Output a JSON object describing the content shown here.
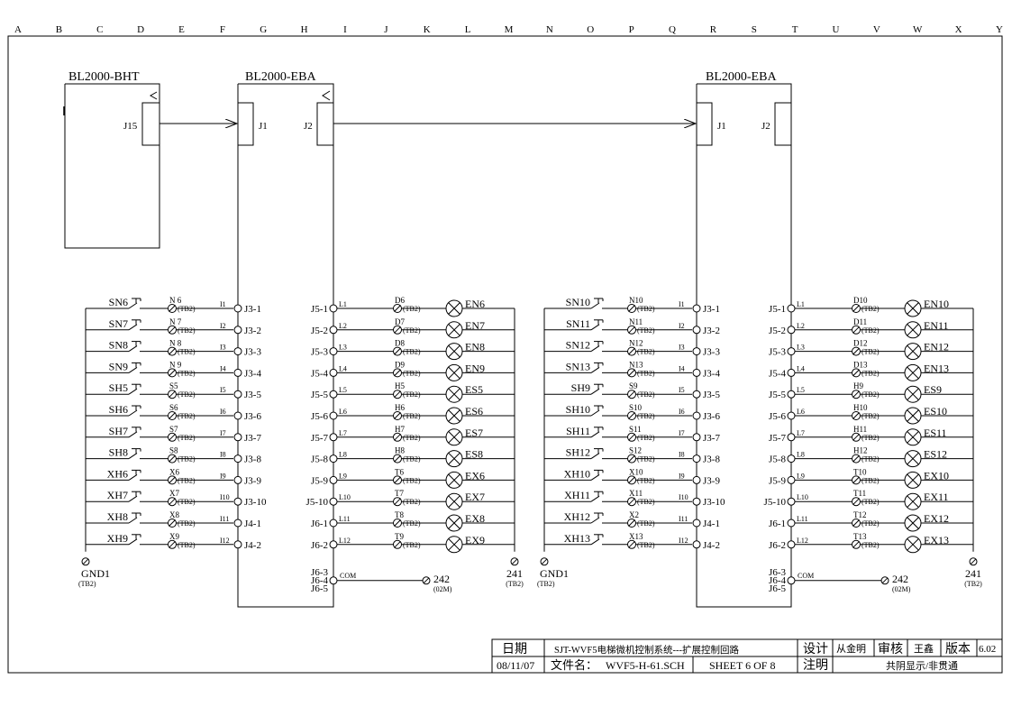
{
  "grid_columns": [
    "A",
    "B",
    "C",
    "D",
    "E",
    "F",
    "G",
    "H",
    "I",
    "J",
    "K",
    "L",
    "M",
    "N",
    "O",
    "P",
    "Q",
    "R",
    "S",
    "T",
    "U",
    "V",
    "W",
    "X",
    "Y"
  ],
  "boards": {
    "bht": {
      "title": "BL2000-BHT",
      "connector": "J15"
    },
    "eba_left": {
      "title": "BL2000-EBA",
      "j1": "J1",
      "j2": "J2"
    },
    "eba_right": {
      "title": "BL2000-EBA",
      "j1": "J1",
      "j2": "J2"
    }
  },
  "left_group": {
    "inputs": [
      {
        "sw": "SN6",
        "term": "N 6",
        "tb": "(TB2)",
        "pin": "I1",
        "j": "J3-1"
      },
      {
        "sw": "SN7",
        "term": "N 7",
        "tb": "(TB2)",
        "pin": "I2",
        "j": "J3-2"
      },
      {
        "sw": "SN8",
        "term": "N 8",
        "tb": "(TB2)",
        "pin": "I3",
        "j": "J3-3"
      },
      {
        "sw": "SN9",
        "term": "N 9",
        "tb": "(TB2)",
        "pin": "I4",
        "j": "J3-4"
      },
      {
        "sw": "SH5",
        "term": "S5",
        "tb": "(TB2)",
        "pin": "I5",
        "j": "J3-5"
      },
      {
        "sw": "SH6",
        "term": "S6",
        "tb": "(TB2)",
        "pin": "I6",
        "j": "J3-6"
      },
      {
        "sw": "SH7",
        "term": "S7",
        "tb": "(TB2)",
        "pin": "I7",
        "j": "J3-7"
      },
      {
        "sw": "SH8",
        "term": "S8",
        "tb": "(TB2)",
        "pin": "I8",
        "j": "J3-8"
      },
      {
        "sw": "XH6",
        "term": "X6",
        "tb": "(TB2)",
        "pin": "I9",
        "j": "J3-9"
      },
      {
        "sw": "XH7",
        "term": "X7",
        "tb": "(TB2)",
        "pin": "I10",
        "j": "J3-10"
      },
      {
        "sw": "XH8",
        "term": "X8",
        "tb": "(TB2)",
        "pin": "I11",
        "j": "J4-1"
      },
      {
        "sw": "XH9",
        "term": "X9",
        "tb": "(TB2)",
        "pin": "I12",
        "j": "J4-2"
      }
    ],
    "outputs": [
      {
        "j": "J5-1",
        "pin": "L1",
        "term": "D6",
        "tb": "(TB2)",
        "lamp": "EN6"
      },
      {
        "j": "J5-2",
        "pin": "L2",
        "term": "D7",
        "tb": "(TB2)",
        "lamp": "EN7"
      },
      {
        "j": "J5-3",
        "pin": "L3",
        "term": "D8",
        "tb": "(TB2)",
        "lamp": "EN8"
      },
      {
        "j": "J5-4",
        "pin": "L4",
        "term": "D9",
        "tb": "(TB2)",
        "lamp": "EN9"
      },
      {
        "j": "J5-5",
        "pin": "L5",
        "term": "H5",
        "tb": "(TB2)",
        "lamp": "ES5"
      },
      {
        "j": "J5-6",
        "pin": "L6",
        "term": "H6",
        "tb": "(TB2)",
        "lamp": "ES6"
      },
      {
        "j": "J5-7",
        "pin": "L7",
        "term": "H7",
        "tb": "(TB2)",
        "lamp": "ES7"
      },
      {
        "j": "J5-8",
        "pin": "L8",
        "term": "H8",
        "tb": "(TB2)",
        "lamp": "ES8"
      },
      {
        "j": "J5-9",
        "pin": "L9",
        "term": "T6",
        "tb": "(TB2)",
        "lamp": "EX6"
      },
      {
        "j": "J5-10",
        "pin": "L10",
        "term": "T7",
        "tb": "(TB2)",
        "lamp": "EX7"
      },
      {
        "j": "J6-1",
        "pin": "L11",
        "term": "T8",
        "tb": "(TB2)",
        "lamp": "EX8"
      },
      {
        "j": "J6-2",
        "pin": "L12",
        "term": "T9",
        "tb": "(TB2)",
        "lamp": "EX9"
      }
    ],
    "gnd": "GND1",
    "gnd_tb": "(TB2)",
    "j6": [
      "J6-3",
      "J6-4",
      "J6-5"
    ],
    "com": "COM",
    "t242": "242",
    "t242_sub": "(02M)",
    "t241": "241",
    "t241_sub": "(TB2)"
  },
  "right_group": {
    "inputs": [
      {
        "sw": "SN10",
        "term": "N10",
        "tb": "(TB2)",
        "pin": "I1",
        "j": "J3-1"
      },
      {
        "sw": "SN11",
        "term": "N11",
        "tb": "(TB2)",
        "pin": "I2",
        "j": "J3-2"
      },
      {
        "sw": "SN12",
        "term": "N12",
        "tb": "(TB2)",
        "pin": "I3",
        "j": "J3-3"
      },
      {
        "sw": "SN13",
        "term": "N13",
        "tb": "(TB2)",
        "pin": "I4",
        "j": "J3-4"
      },
      {
        "sw": "SH9",
        "term": "S9",
        "tb": "(TB2)",
        "pin": "I5",
        "j": "J3-5"
      },
      {
        "sw": "SH10",
        "term": "S10",
        "tb": "(TB2)",
        "pin": "I6",
        "j": "J3-6"
      },
      {
        "sw": "SH11",
        "term": "S11",
        "tb": "(TB2)",
        "pin": "I7",
        "j": "J3-7"
      },
      {
        "sw": "SH12",
        "term": "S12",
        "tb": "(TB2)",
        "pin": "I8",
        "j": "J3-8"
      },
      {
        "sw": "XH10",
        "term": "X10",
        "tb": "(TB2)",
        "pin": "I9",
        "j": "J3-9"
      },
      {
        "sw": "XH11",
        "term": "X11",
        "tb": "(TB2)",
        "pin": "I10",
        "j": "J3-10"
      },
      {
        "sw": "XH12",
        "term": "X2",
        "tb": "(TB2)",
        "pin": "I11",
        "j": "J4-1"
      },
      {
        "sw": "XH13",
        "term": "X13",
        "tb": "(TB2)",
        "pin": "I12",
        "j": "J4-2"
      }
    ],
    "outputs": [
      {
        "j": "J5-1",
        "pin": "L1",
        "term": "D10",
        "tb": "(TB2)",
        "lamp": "EN10"
      },
      {
        "j": "J5-2",
        "pin": "L2",
        "term": "D11",
        "tb": "(TB2)",
        "lamp": "EN11"
      },
      {
        "j": "J5-3",
        "pin": "L3",
        "term": "D12",
        "tb": "(TB2)",
        "lamp": "EN12"
      },
      {
        "j": "J5-4",
        "pin": "L4",
        "term": "D13",
        "tb": "(TB2)",
        "lamp": "EN13"
      },
      {
        "j": "J5-5",
        "pin": "L5",
        "term": "H9",
        "tb": "(TB2)",
        "lamp": "ES9"
      },
      {
        "j": "J5-6",
        "pin": "L6",
        "term": "H10",
        "tb": "(TB2)",
        "lamp": "ES10"
      },
      {
        "j": "J5-7",
        "pin": "L7",
        "term": "H11",
        "tb": "(TB2)",
        "lamp": "ES11"
      },
      {
        "j": "J5-8",
        "pin": "L8",
        "term": "H12",
        "tb": "(TB2)",
        "lamp": "ES12"
      },
      {
        "j": "J5-9",
        "pin": "L9",
        "term": "T10",
        "tb": "(TB2)",
        "lamp": "EX10"
      },
      {
        "j": "J5-10",
        "pin": "L10",
        "term": "T11",
        "tb": "(TB2)",
        "lamp": "EX11"
      },
      {
        "j": "J6-1",
        "pin": "L11",
        "term": "T12",
        "tb": "(TB2)",
        "lamp": "EX12"
      },
      {
        "j": "J6-2",
        "pin": "L12",
        "term": "T13",
        "tb": "(TB2)",
        "lamp": "EX13"
      }
    ],
    "gnd": "GND1",
    "gnd_tb": "(TB2)",
    "j6": [
      "J6-3",
      "J6-4",
      "J6-5"
    ],
    "com": "COM",
    "t242": "242",
    "t242_sub": "(02M)",
    "t241": "241",
    "t241_sub": "(TB2)"
  },
  "title_block": {
    "date_label": "日期",
    "date": "08/11/07",
    "title": "SJT-WVF5电梯微机控制系统---扩展控制回路",
    "file_label": "文件名：",
    "file": "WVF5-H-61.SCH",
    "sheet": "SHEET 6 OF 8",
    "design_label": "设计",
    "designer": "从金明",
    "review_label": "审核",
    "reviewer": "王鑫",
    "version_label": "版本",
    "version": "6.02",
    "note_label": "注明",
    "note": "共阴显示/非贯通"
  }
}
